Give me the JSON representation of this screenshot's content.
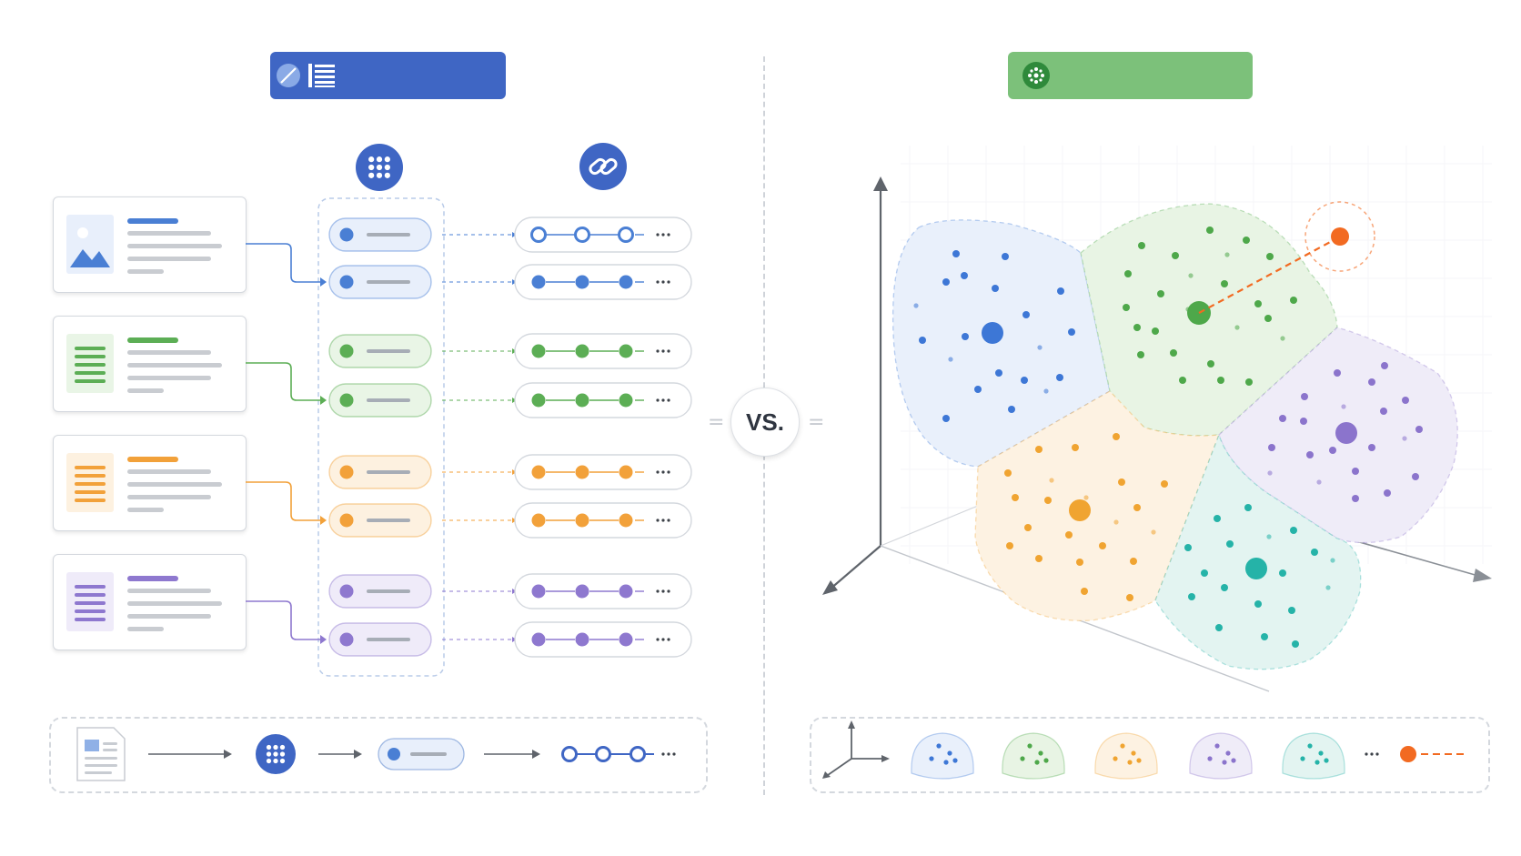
{
  "left_header": {
    "label": "",
    "icons": [
      "pencil-slash-icon",
      "list-icon"
    ],
    "color": "#3f66c4"
  },
  "right_header": {
    "label": "",
    "icons": [
      "cluster-dots-icon"
    ],
    "color": "#7cc17a"
  },
  "column_icons": [
    "grid-dots-icon",
    "link-icon"
  ],
  "divider_label": "VS.",
  "left_groups": [
    {
      "color": "#4a7fd4",
      "light": "#e8effb",
      "doc_icon": "image-icon"
    },
    {
      "color": "#5cae55",
      "light": "#e9f5e6",
      "doc_icon": "text-lines-icon"
    },
    {
      "color": "#f2a13a",
      "light": "#fdf1e0",
      "doc_icon": "text-lines-icon"
    },
    {
      "color": "#8e78cf",
      "light": "#efebf9",
      "doc_icon": "text-lines-icon"
    }
  ],
  "clusters": [
    {
      "name": "blue",
      "color": "#3d77d6",
      "fill": "#e9f0fb"
    },
    {
      "name": "green",
      "color": "#4ea84a",
      "fill": "#e8f4e4"
    },
    {
      "name": "purple",
      "color": "#8b74cc",
      "fill": "#efecf8"
    },
    {
      "name": "orange",
      "color": "#f0a431",
      "fill": "#fdf2e2"
    },
    {
      "name": "teal",
      "color": "#25b3a8",
      "fill": "#e3f4f1"
    }
  ],
  "query_point_color": "#f26a21",
  "legend_icons": [
    "axes-icon",
    "blue-blob-icon",
    "green-blob-icon",
    "orange-blob-icon",
    "purple-blob-icon",
    "teal-blob-icon",
    "ellipsis-icon",
    "query-point-icon"
  ],
  "pipeline_icons": [
    "document-icon",
    "arrow-icon",
    "grid-dots-icon",
    "arrow-icon",
    "token-pill-icon",
    "arrow-icon",
    "chain-icon"
  ],
  "ellipsis": "···"
}
